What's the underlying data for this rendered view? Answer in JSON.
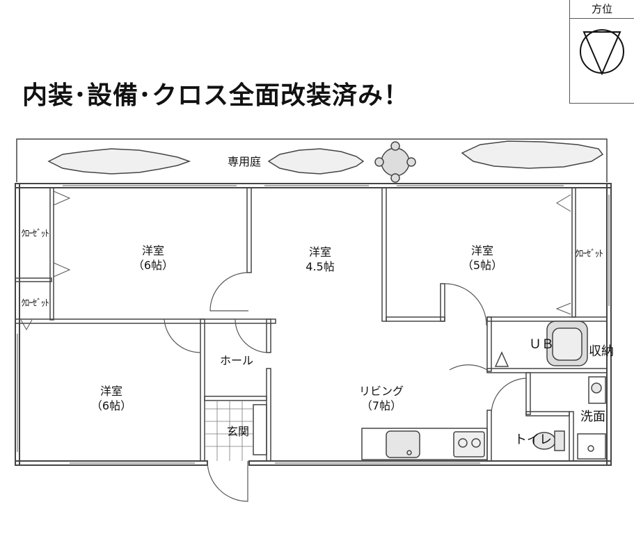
{
  "headline": "内装･設備･クロス全面改装済み！",
  "compass": {
    "label": "方位",
    "icon": "north-arrow-icon"
  },
  "garden": "専用庭",
  "rooms": {
    "west_bedroom_top": {
      "name": "洋室",
      "size": "（6帖）"
    },
    "center_bedroom": {
      "name": "洋室",
      "size": "4.5帖"
    },
    "east_bedroom": {
      "name": "洋室",
      "size": "（5帖）"
    },
    "west_bedroom_bottom": {
      "name": "洋室",
      "size": "（6帖）"
    },
    "living": {
      "name": "リビング",
      "size": "（7帖）"
    }
  },
  "labels": {
    "closet_1": "ｸﾛｰｾﾞｯﾄ",
    "closet_2": "ｸﾛｰｾﾞｯﾄ",
    "closet_3": "ｸﾛｰｾﾞｯﾄ",
    "hall": "ホール",
    "entrance": "玄関",
    "unit_bath": "ＵＢ",
    "storage": "収納",
    "washroom": "洗面",
    "toilet": "トイレ"
  }
}
